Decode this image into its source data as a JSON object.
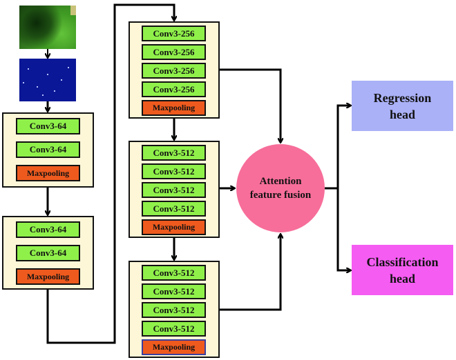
{
  "inputs": {
    "rgb_image": "green vegetation image",
    "map_image": "blue density map image"
  },
  "blocks": [
    {
      "layers": [
        "Conv3-64",
        "Conv3-64",
        "Maxpooling"
      ]
    },
    {
      "layers": [
        "Conv3-64",
        "Conv3-64",
        "Maxpooling"
      ]
    },
    {
      "layers": [
        "Conv3-256",
        "Conv3-256",
        "Conv3-256",
        "Conv3-256",
        "Maxpooling"
      ]
    },
    {
      "layers": [
        "Conv3-512",
        "Conv3-512",
        "Conv3-512",
        "Conv3-512",
        "Maxpooling"
      ]
    },
    {
      "layers": [
        "Conv3-512",
        "Conv3-512",
        "Conv3-512",
        "Conv3-512",
        "Maxpooling"
      ]
    }
  ],
  "fusion": {
    "line1": "Attention",
    "line2": "feature fusion"
  },
  "heads": {
    "regression": {
      "line1": "Regression",
      "line2": "head"
    },
    "classification": {
      "line1": "Classification",
      "line2": "head"
    }
  },
  "colors": {
    "block_bg": "#fdf7d8",
    "conv": "#8ff04a",
    "pool": "#ee5a1e",
    "fusion": "#f76e9a",
    "regression": "#aab1f7",
    "classification": "#f55cf2"
  }
}
